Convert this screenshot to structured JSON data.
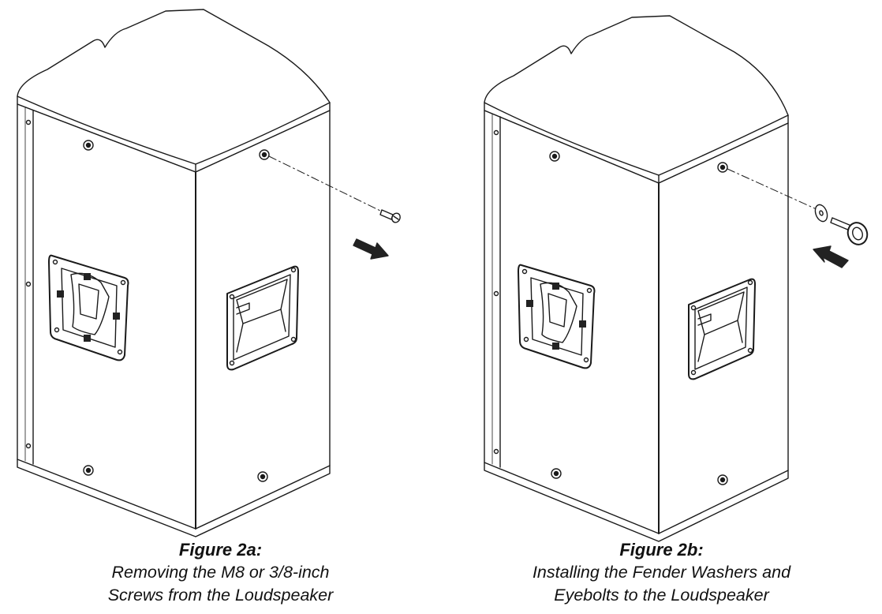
{
  "figures": [
    {
      "id": "2a",
      "caption_title": "Figure 2a:",
      "caption_lines": [
        "Removing the M8 or 3/8-inch",
        "Screws from the Loudspeaker"
      ],
      "hardware": [
        "screw"
      ],
      "arrow_direction": "away"
    },
    {
      "id": "2b",
      "caption_title": "Figure 2b:",
      "caption_lines": [
        "Installing the Fender Washers and",
        "Eyebolts to the Loudspeaker"
      ],
      "hardware": [
        "fender-washer",
        "eyebolt"
      ],
      "arrow_direction": "toward"
    }
  ],
  "colors": {
    "line": "#1a1a1a",
    "fill": "#ffffff",
    "dark": "#222222"
  }
}
